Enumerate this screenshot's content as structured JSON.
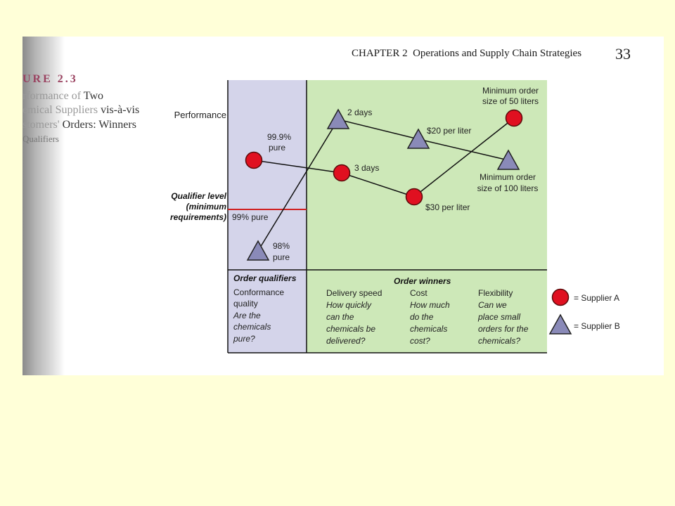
{
  "header": {
    "chapter": "CHAPTER 2",
    "title": "Operations and Supply Chain Strategies",
    "page_number": "33"
  },
  "figure": {
    "label": "URE 2.3",
    "title_line1_faded": "rformance of ",
    "title_line1": "Two",
    "title_line2_faded": "emical Suppliers ",
    "title_line2": "vis-à-vis",
    "title_line3_faded": "stomers' ",
    "title_line3": "Orders: Winners",
    "title_line4": "Qualifiers"
  },
  "chart_labels": {
    "performance": "Performance",
    "qualifier_level_1": "Qualifier level",
    "qualifier_level_2": "(minimum",
    "qualifier_level_3": "requirements)",
    "qualifier_value": "99% pure",
    "order_qualifiers": "Order qualifiers",
    "order_winners": "Order winners"
  },
  "chart_data": {
    "type": "line",
    "categories": [
      "Conformance quality",
      "Delivery speed",
      "Cost",
      "Flexibility"
    ],
    "series": [
      {
        "name": "Supplier A",
        "marker": "circle",
        "color": "#e01020",
        "labels": [
          "99.9% pure",
          "3 days",
          "$30 per liter",
          "Minimum order size of 50 liters"
        ]
      },
      {
        "name": "Supplier B",
        "marker": "triangle",
        "color": "#8a8ab8",
        "labels": [
          "98% pure",
          "2 days",
          "$20 per liter",
          "Minimum order size of 100 liters"
        ]
      }
    ],
    "point_labels": {
      "a1_l1": "99.9%",
      "a1_l2": "pure",
      "a2": "3 days",
      "a3": "$30 per liter",
      "a4_l1": "Minimum order",
      "a4_l2": "size of 50 liters",
      "b1_l1": "98%",
      "b1_l2": "pure",
      "b2": "2 days",
      "b3": "$20 per liter",
      "b4_l1": "Minimum order",
      "b4_l2": "size of 100 liters"
    },
    "dimensions": [
      {
        "name": "Conformance",
        "name2": "quality",
        "q1": "Are the",
        "q2": "chemicals",
        "q3": "pure?"
      },
      {
        "name": "Delivery speed",
        "q1": "How quickly",
        "q2": "can the",
        "q3": "chemicals be",
        "q4": "delivered?"
      },
      {
        "name": "Cost",
        "q1": "How much",
        "q2": "do the",
        "q3": "chemicals",
        "q4": "cost?"
      },
      {
        "name": "Flexibility",
        "q1": "Can we",
        "q2": "place small",
        "q3": "orders for the",
        "q4": "chemicals?"
      }
    ],
    "legend": {
      "a": "= Supplier A",
      "b": "= Supplier B"
    },
    "colors": {
      "qualifier_panel": "#d4d4ea",
      "winner_panel": "#cde8b8",
      "qualifier_line": "#d02020"
    }
  }
}
